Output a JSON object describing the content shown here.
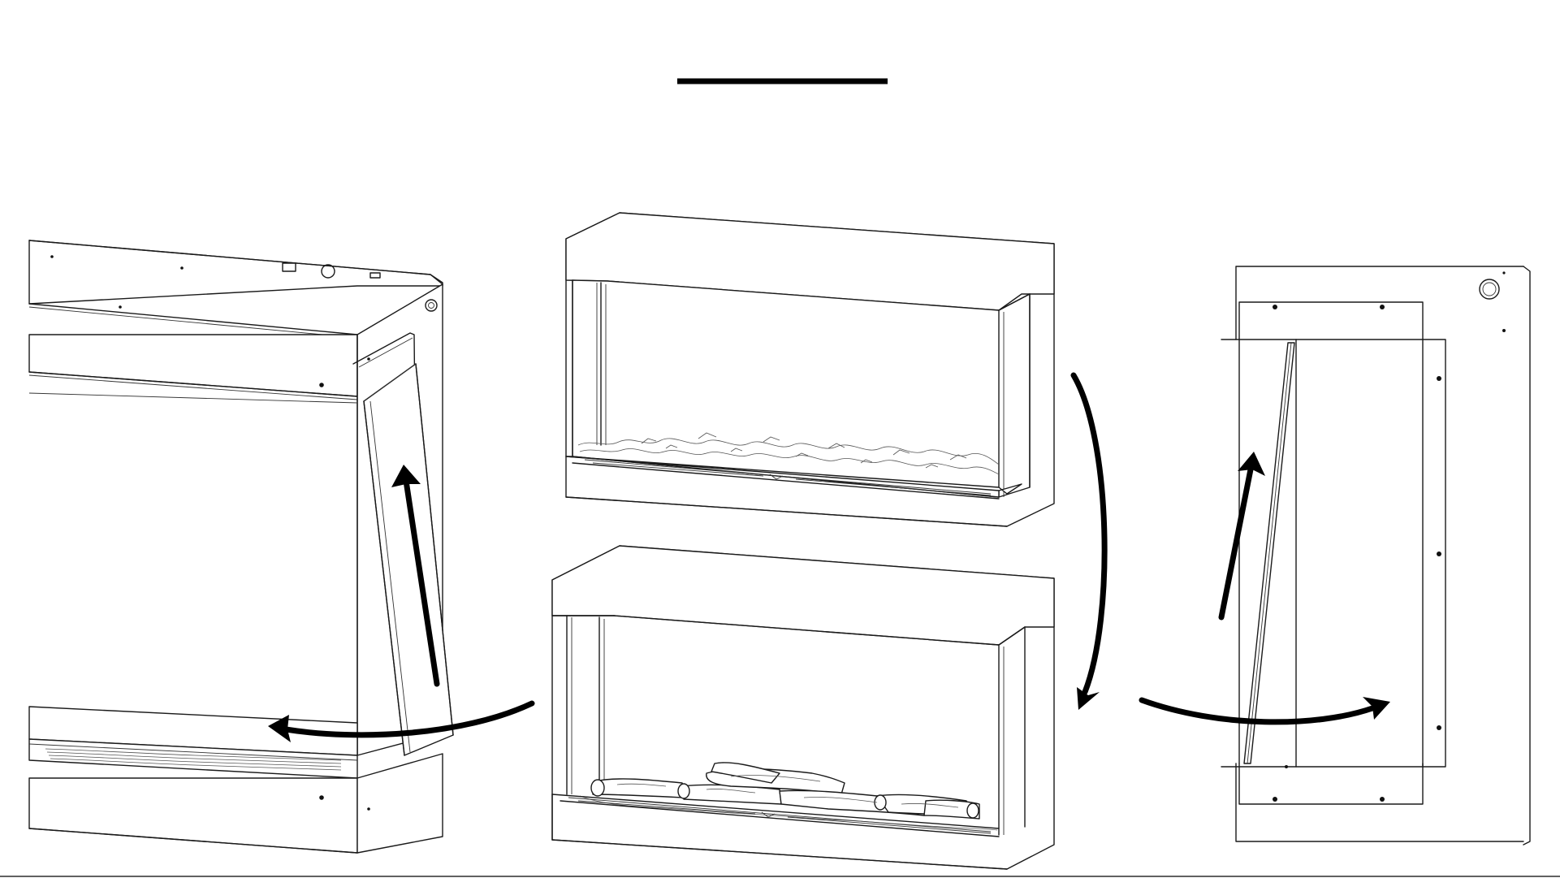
{
  "diagram": {
    "views": [
      "left-angled-view",
      "top-center-view",
      "bottom-center-view",
      "right-side-view"
    ],
    "arrows": [
      "left-up-arrow",
      "left-curved-arrow",
      "center-curved-arrow",
      "right-up-arrow",
      "right-curved-arrow"
    ],
    "colors": {
      "line": "#1a1a1a",
      "arrow": "#000000",
      "background": "#ffffff"
    }
  }
}
